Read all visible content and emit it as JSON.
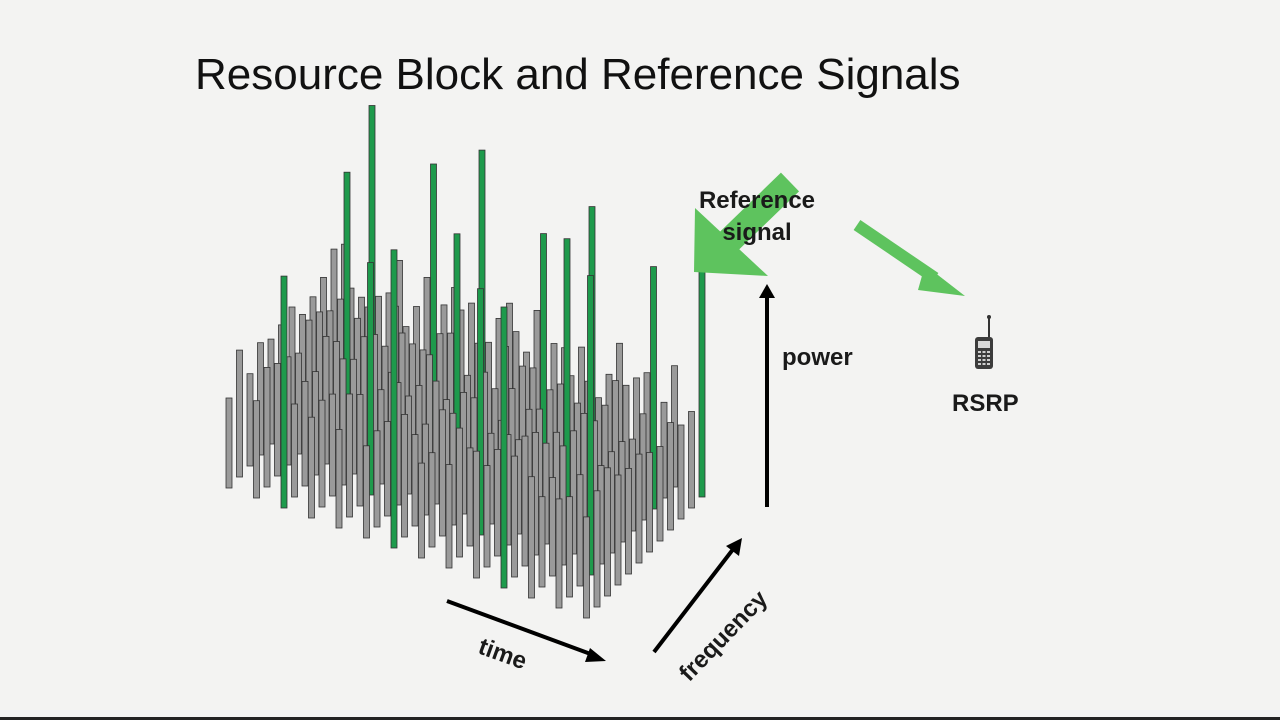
{
  "slide": {
    "title": "Resource Block and Reference Signals"
  },
  "labels": {
    "reference_signal_line1": "Reference",
    "reference_signal_line2": "signal",
    "power": "power",
    "rsrp": "RSRP",
    "time": "time",
    "frequency": "frequency"
  },
  "colors": {
    "reference_bar": "#1e9a4c",
    "resource_bar": "#9a9a9a",
    "arrow_green": "#5ec35e",
    "axis": "#000000"
  },
  "icons": {
    "phone": "mobile-phone-icon"
  }
}
